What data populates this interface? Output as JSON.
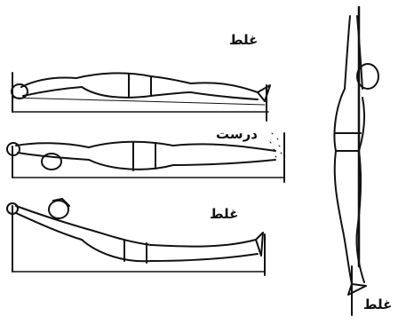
{
  "labels": {
    "top_swimmer": "غلط",
    "middle_swimmer": "درست",
    "bottom_swimmer": "غلط",
    "vertical_swimmer": "غلط"
  },
  "colors": {
    "ink": "#111111",
    "background": "#ffffff"
  }
}
